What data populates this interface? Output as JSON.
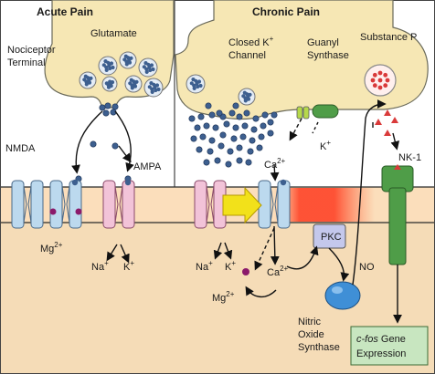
{
  "panels": {
    "left_title": "Acute Pain",
    "right_title": "Chronic Pain"
  },
  "labels": {
    "glutamate": "Glutamate",
    "nociceptor_1": "Nociceptor",
    "nociceptor_2": "Terminal",
    "nmda": "NMDA",
    "ampa": "AMPA",
    "mg_left": "Mg",
    "mg_right": "Mg",
    "na_left": "Na",
    "k_left": "K",
    "na_right": "Na",
    "k_right": "K",
    "closed_k_1": "Closed K",
    "closed_k_2": "Channel",
    "guanyl_1": "Guanyl",
    "guanyl_2": "Synthase",
    "k_out": "K",
    "substance_p": "Substance P",
    "nk1": "NK-1",
    "ca_top": "Ca",
    "ca_bottom": "Ca",
    "pkc": "PKC",
    "no": "NO",
    "nos_1": "Nitric",
    "nos_2": "Oxide",
    "nos_3": "Synthase",
    "gene_1a": "c-fos",
    "gene_1b": " Gene",
    "gene_2": "Expression"
  },
  "superscripts": {
    "plus": "+",
    "two_plus": "2+"
  },
  "colors": {
    "presynaptic": "#f6e7b4",
    "postsynaptic": "#f5dcb7",
    "vesicle_dot": "#3d5f8f",
    "nmda_channel": "#bcd9ee",
    "ampa_channel": "#f2c3d8",
    "gpcr": "#4f9d48",
    "pkc_box": "#c4c8ec",
    "gene_box": "#c8e6c0",
    "nos_enzyme": "#3f8fd6",
    "substance_p": "#d93a3a",
    "arrow_yellow": "#f2e11a"
  }
}
